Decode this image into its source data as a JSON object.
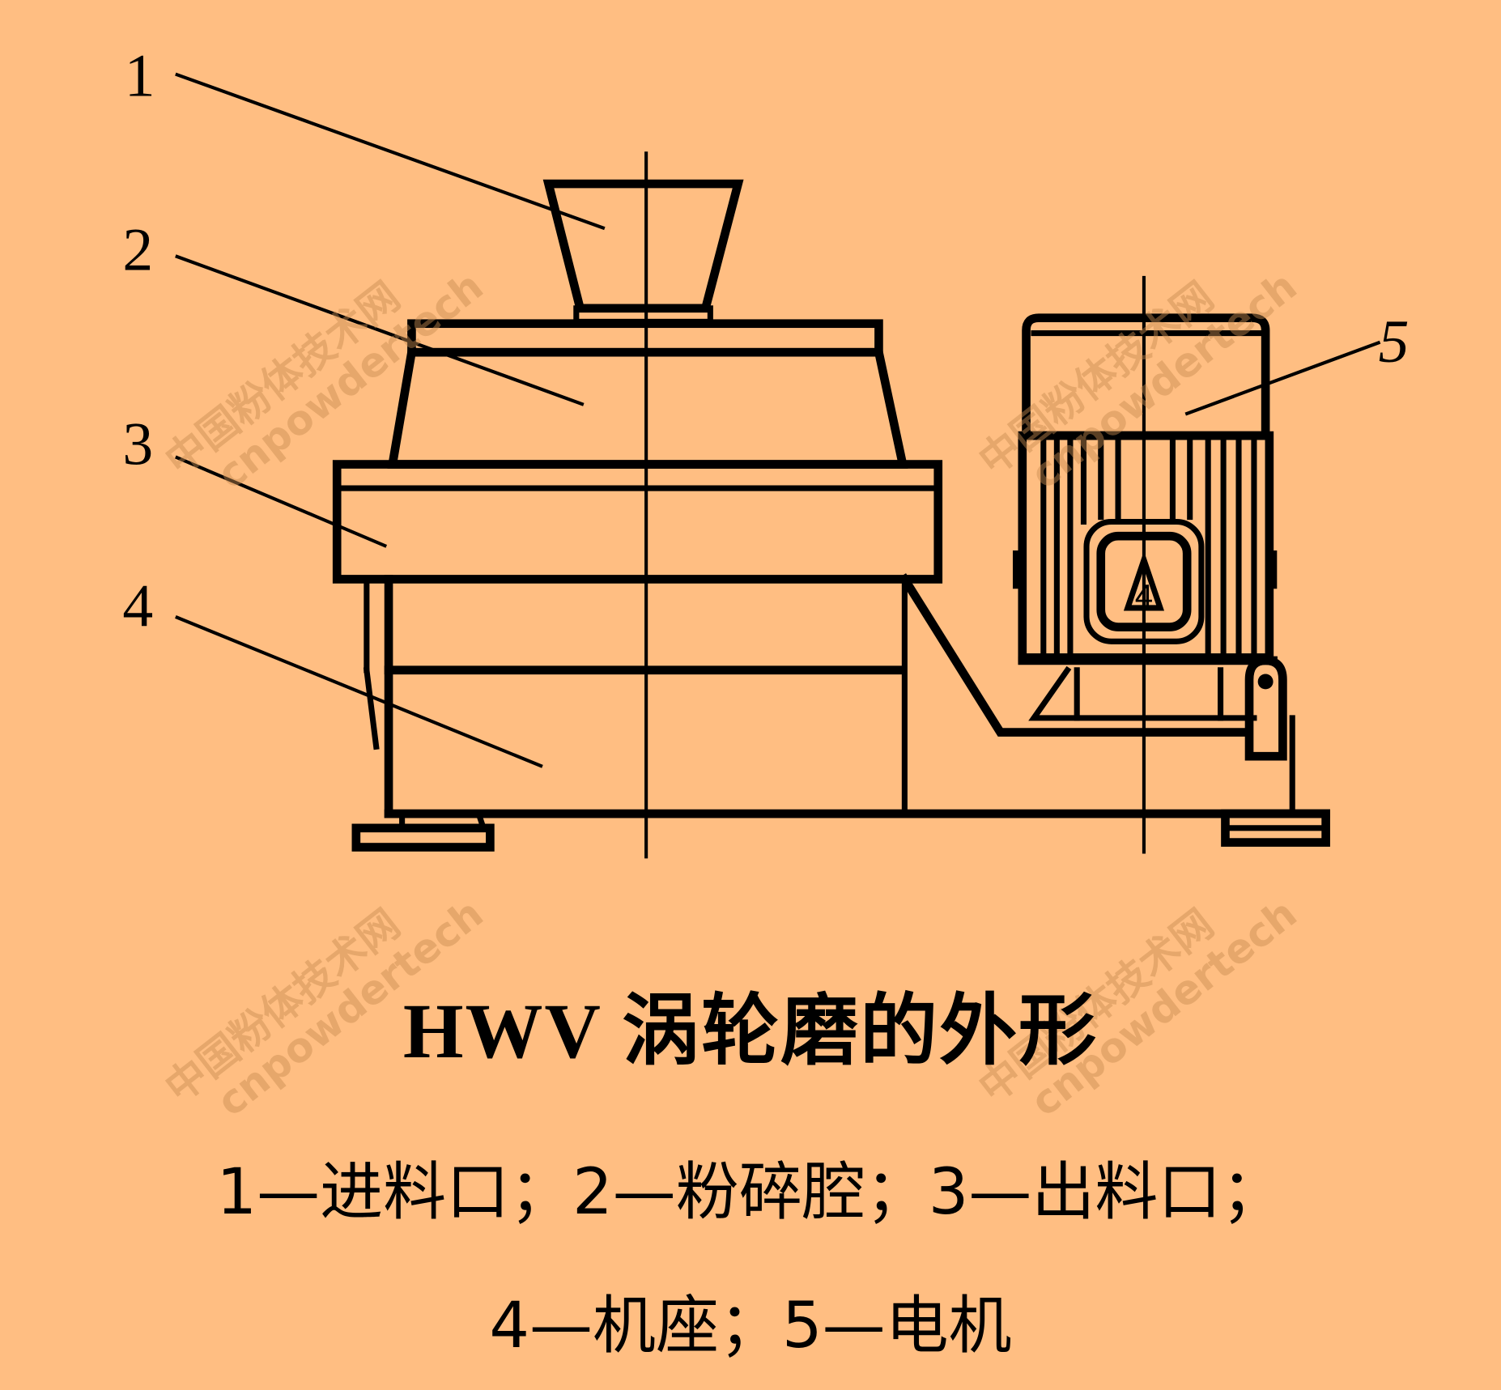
{
  "figure": {
    "title": "HWV 涡轮磨的外形",
    "background_color": "#ffbe82",
    "line_color": "#000000",
    "part_labels": [
      {
        "number": "1",
        "name": "进料口"
      },
      {
        "number": "2",
        "name": "粉碎腔"
      },
      {
        "number": "3",
        "name": "出料口"
      },
      {
        "number": "4",
        "name": "机座"
      },
      {
        "number": "5",
        "name": "电机"
      }
    ],
    "legend_line1": "1—进料口；2—粉碎腔；3—出料口；",
    "legend_line2": "4—机座；5—电机",
    "motor_symbol": "4"
  },
  "watermark": {
    "cn": "中国粉体技术网",
    "en": "cnpowdertech"
  }
}
